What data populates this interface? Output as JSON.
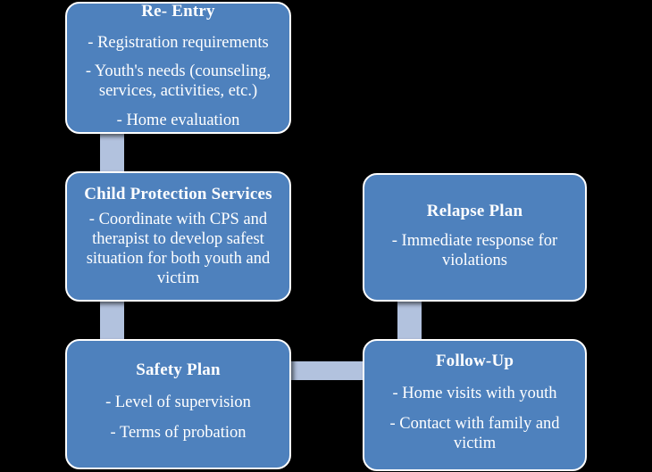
{
  "diagram": {
    "background_color": "#000000",
    "node_fill_color": "#4E81BD",
    "node_border_color": "#FFFFFF",
    "connector_color": "#B2C2DE",
    "text_color": "#FFFFFF",
    "nodes": [
      {
        "id": "re-entry",
        "title": "Re- Entry",
        "lines": [
          "- Registration requirements",
          "- Youth's needs (counseling, services, activities, etc.)",
          "- Home evaluation"
        ]
      },
      {
        "id": "cps",
        "title": "Child Protection Services",
        "lines": [
          "- Coordinate with CPS and therapist to develop safest situation for both youth and victim"
        ]
      },
      {
        "id": "relapse",
        "title": "Relapse Plan",
        "lines": [
          "- Immediate response for violations"
        ]
      },
      {
        "id": "safety",
        "title": "Safety Plan",
        "lines": [
          "- Level of supervision",
          "- Terms of probation"
        ]
      },
      {
        "id": "follow-up",
        "title": "Follow-Up",
        "lines": [
          "- Home visits with youth",
          "- Contact with family and victim"
        ]
      }
    ],
    "connectors": [
      {
        "id": "re-entry-to-cps",
        "orientation": "vertical"
      },
      {
        "id": "cps-to-safety",
        "orientation": "vertical"
      },
      {
        "id": "relapse-to-follow-up",
        "orientation": "vertical"
      },
      {
        "id": "safety-to-follow-up",
        "orientation": "horizontal"
      }
    ]
  }
}
